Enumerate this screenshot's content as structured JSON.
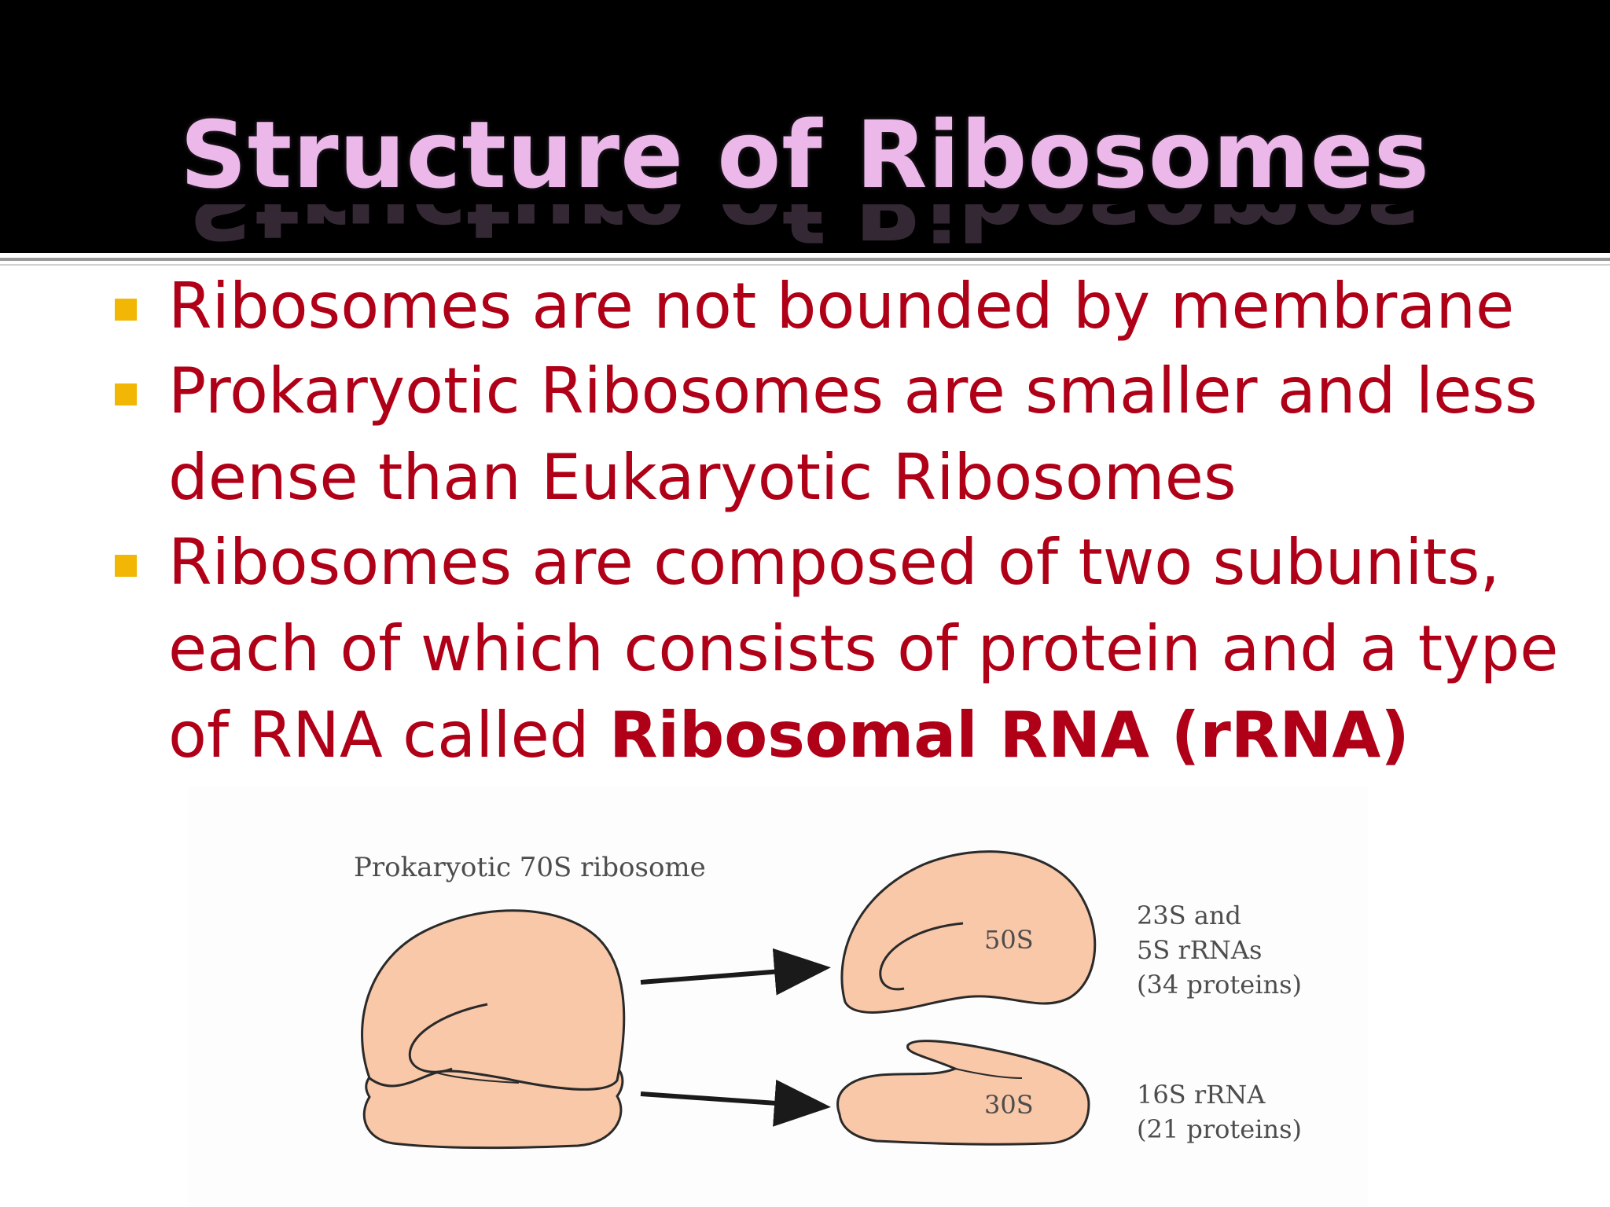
{
  "slide": {
    "title": "Structure of Ribosomes",
    "colors": {
      "title": "#ecb8ea",
      "body_text": "#b00018",
      "bullet": "#f2b705",
      "header_bg": "#000000",
      "ribosome_fill": "#f8c8a8"
    }
  },
  "bullets": [
    {
      "lines": [
        "Ribosomes are not bounded by membrane"
      ]
    },
    {
      "lines": [
        "Prokaryotic Ribosomes are smaller and less",
        "dense than Eukaryotic Ribosomes"
      ]
    },
    {
      "lines": [
        "Ribosomes are composed of two subunits,",
        "each of which consists of protein and a type"
      ],
      "last_line_prefix": "of RNA called ",
      "last_line_bold": "Ribosomal RNA (rRNA)"
    }
  ],
  "diagram": {
    "title": "Prokaryotic 70S ribosome",
    "large_subunit": {
      "label": "50S",
      "desc": [
        "23S and",
        "5S rRNAs",
        "(34 proteins)"
      ]
    },
    "small_subunit": {
      "label": "30S",
      "desc": [
        "16S rRNA",
        "(21 proteins)"
      ]
    }
  }
}
